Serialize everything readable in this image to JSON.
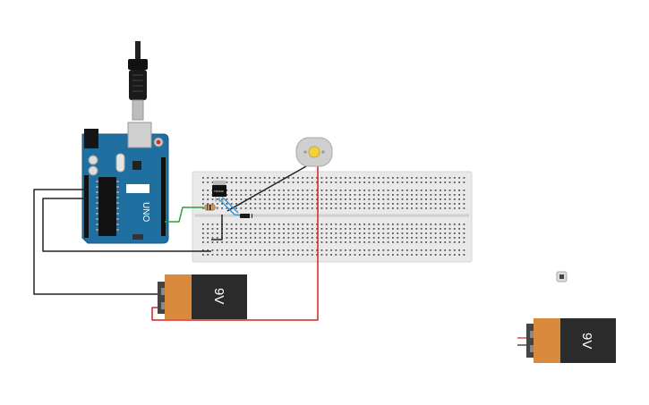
{
  "circuit": {
    "arduino": {
      "board_label": "UNO"
    },
    "transistor": {
      "label": "TIP120"
    },
    "battery_main": {
      "voltage_label": "9V"
    },
    "battery_spare": {
      "voltage_label": "9V"
    },
    "colors": {
      "arduino_blue": "#1f6fa0",
      "breadboard": "#e9e9e9",
      "battery_orange": "#d98a3d",
      "battery_black": "#2b2b2b",
      "wire_black": "#222222",
      "wire_red": "#d62020",
      "wire_green": "#2e9a3c",
      "wire_blue": "#2b8fd0",
      "motor_yellow": "#f2d23c"
    }
  }
}
